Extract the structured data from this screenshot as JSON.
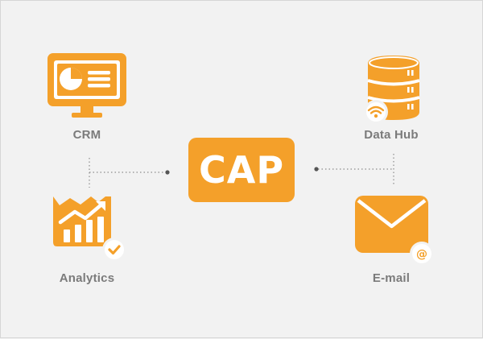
{
  "nodes": {
    "crm": {
      "label": "CRM"
    },
    "analytics": {
      "label": "Analytics"
    },
    "datahub": {
      "label": "Data Hub"
    },
    "email": {
      "label": "E-mail"
    },
    "center": {
      "label": "CAP"
    }
  },
  "colors": {
    "accent": "#f4a02a",
    "text": "#7b7b7b",
    "connector": "#8c8c8c",
    "background": "#f2f2f2"
  },
  "icons": {
    "crm": "monitor-pie-chart-icon",
    "analytics": "bar-chart-trend-icon",
    "datahub": "database-server-icon",
    "email": "envelope-icon"
  }
}
